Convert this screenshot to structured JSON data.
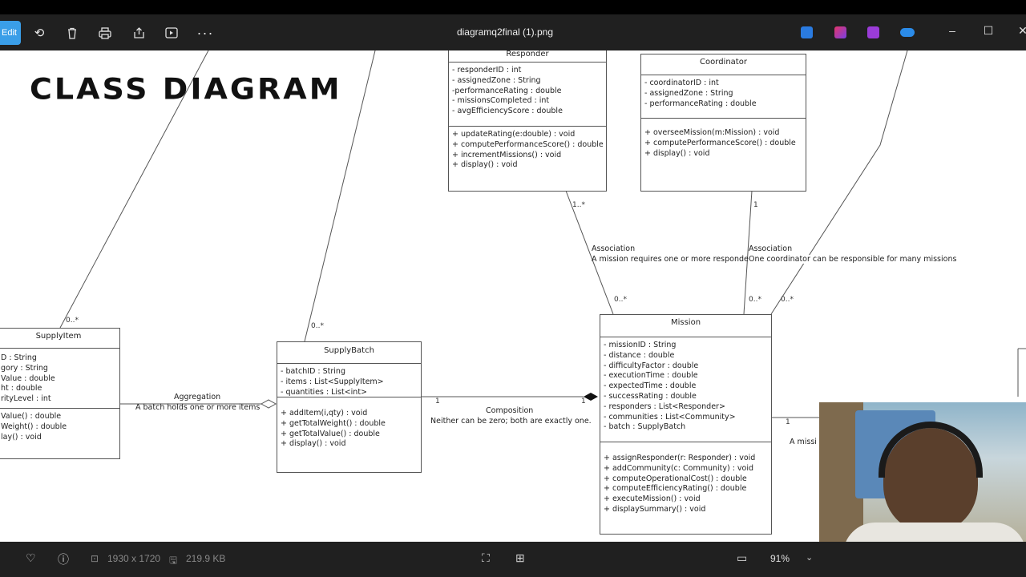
{
  "toolbar": {
    "edit_label": "Edit",
    "file_name": "diagramq2final (1).png",
    "icons": [
      "rotate-icon",
      "delete-icon",
      "print-icon",
      "share-icon",
      "slideshow-icon",
      "more-icon"
    ],
    "minimize": "–",
    "maximize": "☐",
    "close": "✕"
  },
  "heading": "CLASS DIAGRAM",
  "classes": {
    "responder": {
      "name": "Responder",
      "attributes": [
        "- responderID : int",
        "- assignedZone : String",
        "-performanceRating : double",
        "- missionsCompleted : int",
        "- avgEfficiencyScore : double"
      ],
      "methods": [
        "+ updateRating(e:double) : void",
        "+ computePerformanceScore() : double",
        "+ incrementMissions() : void",
        "+ display() : void"
      ]
    },
    "coordinator": {
      "name": "Coordinator",
      "attributes": [
        "- coordinatorID : int",
        "- assignedZone : String",
        "- performanceRating : double"
      ],
      "methods": [
        "+ overseeMission(m:Mission) : void",
        "+ computePerformanceScore() : double",
        "+ display() : void"
      ]
    },
    "supplyitem": {
      "name": "SupplyItem",
      "attributes": [
        "D : String",
        "gory : String",
        "Value : double",
        "ht : double",
        "rityLevel : int"
      ],
      "methods": [
        "Value() : double",
        "Weight() : double",
        "lay() : void"
      ]
    },
    "supplybatch": {
      "name": "SupplyBatch",
      "attributes": [
        "- batchID : String",
        "- items : List<SupplyItem>",
        "- quantities : List<int>"
      ],
      "methods": [
        "+ addItem(i,qty) : void",
        "+ getTotalWeight() : double",
        "+ getTotalValue() : double",
        "+ display() : void"
      ]
    },
    "mission": {
      "name": "Mission",
      "attributes": [
        "- missionID : String",
        "- distance : double",
        "- difficultyFactor : double",
        "- executionTime : double",
        "- expectedTime : double",
        "- successRating : double",
        "- responders : List<Responder>",
        "- communities : List<Community>",
        "- batch : SupplyBatch"
      ],
      "methods": [
        "+ assignResponder(r: Responder) : void",
        "+ addCommunity(c: Community) : void",
        "+ computeOperationalCost() : double",
        "+ computeEfficiencyRating() : double",
        "+ executeMission() : void",
        "+ displaySummary() : void"
      ]
    }
  },
  "relations": {
    "association1_title": "Association",
    "association1_desc": "A mission requires one or more responders",
    "association2_title": "Association",
    "association2_desc": "One coordinator can be responsible for many missions",
    "aggregation_title": "Aggregation",
    "aggregation_desc": "A batch holds one or more items",
    "composition_title": "Composition",
    "composition_desc": "Neither can be zero; both are exactly one.",
    "partial_desc": "A missi",
    "mult_resp": "1..*",
    "mult_coord": "1",
    "mult_m1": "0..*",
    "mult_m2": "0..*",
    "mult_m3": "0..*",
    "mult_si": "0..*",
    "mult_sb": "0..*",
    "mult_comp_left": "1",
    "mult_comp_right": "1",
    "mult_right": "1"
  },
  "statusbar": {
    "dimensions": "1930 x 1720",
    "file_size": "219.9 KB",
    "zoom": "91%"
  }
}
